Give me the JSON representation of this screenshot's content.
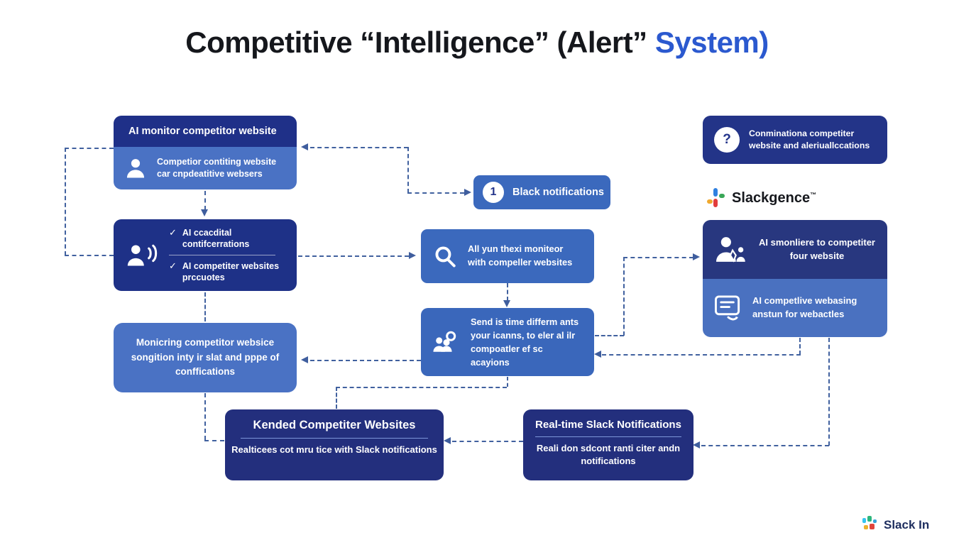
{
  "title": {
    "black": "Competitive “Intelligence” (Alert”",
    "blue": "System)"
  },
  "colors": {
    "accent_blue": "#2b59cf",
    "dark_navy": "#1f3088",
    "navy": "#22338a",
    "bottom_navy": "#232f7d",
    "medium_blue": "#3b69bd",
    "light_blue": "#4a72c4",
    "connector": "#41619f",
    "slack_teal": "#36c5f0",
    "slack_green": "#2eb67d",
    "slack_yellow": "#ecb22e",
    "slack_red": "#e01e5a"
  },
  "glyphs": {
    "check": "✓"
  },
  "boxes": {
    "monitor": {
      "header": "AI monitor competitor website",
      "body": "Competior contiting website car cnpdeatitive websers",
      "icon": "person-icon"
    },
    "checklist": {
      "icon": "person-voice-icon",
      "items": [
        "AI ccacdital contifcerrations",
        "AI competiter websites prccuotes"
      ]
    },
    "monitoring": {
      "text": "Monicring competitor websice songition inty ir slat and pppe of conffications"
    },
    "black_notifications": {
      "badge": "1",
      "label": "Black notifications"
    },
    "search": {
      "icon": "magnifier-icon",
      "text": "All yun thexi moniteor with compeller websites"
    },
    "send": {
      "icon": "people-group-icon",
      "text": "Send is time differm ants your icanns, to eler al ilr compoatler ef sc acayions"
    },
    "kended": {
      "title": "Kended Competiter Websites",
      "body": "Realticees cot mru tice with Slack notifications"
    },
    "realtime": {
      "title": "Real-time Slack Notifications",
      "body": "Reali don sdcont ranti citer andn notifications"
    },
    "question": {
      "badge": "?",
      "text": "Conminationa competiter website and aleriuallccations"
    },
    "right_top": {
      "icon": "person-tie-icon",
      "text": "AI smonliere to competiter four website"
    },
    "right_bottom": {
      "icon": "document-list-icon",
      "text": "AI competlive webasing anstun for webactles"
    }
  },
  "logos": {
    "slackgence": {
      "text": "Slackgence",
      "tm": "™"
    },
    "slack_in": {
      "text": "Slack In"
    }
  }
}
